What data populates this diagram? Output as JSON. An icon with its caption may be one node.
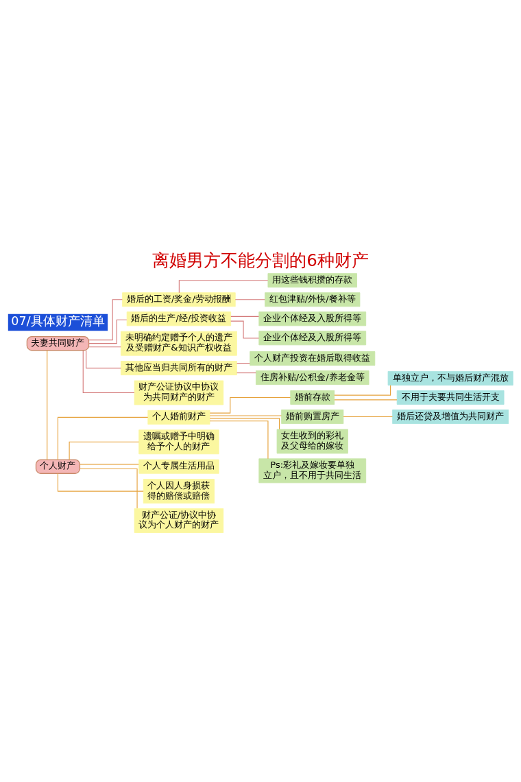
{
  "diagram": {
    "title": "离婚男方不能分割的6种财产",
    "nodes": [
      {
        "text": [
          "夫妻共同财产"
        ]
      },
      {
        "text": [
          "婚后的工资/奖金/劳动报酬"
        ]
      },
      {
        "text": [
          "用这些钱积攒的存款"
        ]
      },
      {
        "text": [
          "红包津贴/外快/餐补等"
        ]
      },
      {
        "text": [
          "婚后的生产/经/投资收益"
        ]
      },
      {
        "text": [
          "企业个体经及入股所得等"
        ]
      },
      {
        "text": [
          "企业个体经及入股所得等"
        ]
      },
      {
        "text": [
          "未明确约定赠予个人的遗产及受赠财产&知识产权收益"
        ]
      },
      {
        "text": [
          "其他应当归共同所有的财产"
        ]
      },
      {
        "text": [
          "个人财产投资在婚后取得收益"
        ]
      },
      {
        "text": [
          "住房补贴/公积金/养老金等"
        ]
      },
      {
        "text": [
          "财产公证协议中协议为共同财产的财产"
        ]
      },
      {
        "text": [
          "个人财产"
        ]
      },
      {
        "text": [
          "个人婚前财产"
        ]
      },
      {
        "text": [
          "婚前存款"
        ]
      },
      {
        "text": [
          "单独立户，不与婚后财产混放"
        ]
      },
      {
        "text": [
          "不用于夫要共同生活开支"
        ]
      },
      {
        "text": [
          "婚前购置房产"
        ]
      },
      {
        "text": [
          "婚后还贷及增值为共同财产"
        ]
      },
      {
        "text": [
          "女生收到的彩礼及父母给的嫁妆"
        ]
      },
      {
        "text": [
          "Ps:彩礼及嫁妆要单独立户，且不用于共同生活"
        ]
      },
      {
        "text": [
          "遗嘱或赠予中明确给予个人的财产"
        ]
      },
      {
        "text": [
          "个人专属生活用品"
        ]
      },
      {
        "text": [
          "个人因人身损获得的赔偿或赔偿"
        ]
      },
      {
        "text": [
          "财产公证/协议中协议为个人财产的财产"
        ]
      }
    ],
    "edges": [
      {
        "from": 0,
        "to": 12,
        "arrow": "none"
      },
      {
        "from": 0,
        "to": 1,
        "arrow": "none",
        "color": "#d47a7a"
      },
      {
        "from": 1,
        "to": 2,
        "arrow": "none",
        "color": "#d47a7a"
      },
      {
        "from": 1,
        "to": 3,
        "arrow": "none",
        "color": "#d47a7a"
      },
      {
        "from": 0,
        "to": 4,
        "arrow": "none",
        "color": "#d47a7a"
      },
      {
        "from": 4,
        "to": 5,
        "arrow": "none",
        "color": "#d47a7a"
      },
      {
        "from": 4,
        "to": 6,
        "arrow": "none",
        "color": "#d47a7a"
      },
      {
        "from": 0,
        "to": 7,
        "arrow": "none",
        "color": "#d47a7a"
      },
      {
        "from": 0,
        "to": 8,
        "arrow": "none",
        "color": "#d47a7a"
      },
      {
        "from": 8,
        "to": 9,
        "arrow": "none",
        "color": "#d47a7a"
      },
      {
        "from": 8,
        "to": 10,
        "arrow": "none",
        "color": "#d47a7a"
      },
      {
        "from": 0,
        "to": 11,
        "arrow": "none",
        "color": "#d47a7a"
      },
      {
        "from": 12,
        "to": 13,
        "arrow": "none"
      },
      {
        "from": 13,
        "to": 14,
        "arrow": "none"
      },
      {
        "from": 14,
        "to": 15,
        "arrow": "none"
      },
      {
        "from": 14,
        "to": 16,
        "arrow": "none"
      },
      {
        "from": 13,
        "to": 17,
        "arrow": "none"
      },
      {
        "from": 17,
        "to": 18,
        "arrow": "none"
      },
      {
        "from": 13,
        "to": 19,
        "arrow": "none"
      },
      {
        "from": 13,
        "to": 20,
        "arrow": "none"
      },
      {
        "from": 12,
        "to": 21,
        "arrow": "none"
      },
      {
        "from": 12,
        "to": 22,
        "arrow": "none"
      },
      {
        "from": 12,
        "to": 23,
        "arrow": "none"
      },
      {
        "from": 12,
        "to": 24,
        "arrow": "none"
      }
    ],
    "labels": [
      "07/具体财产清单"
    ]
  }
}
